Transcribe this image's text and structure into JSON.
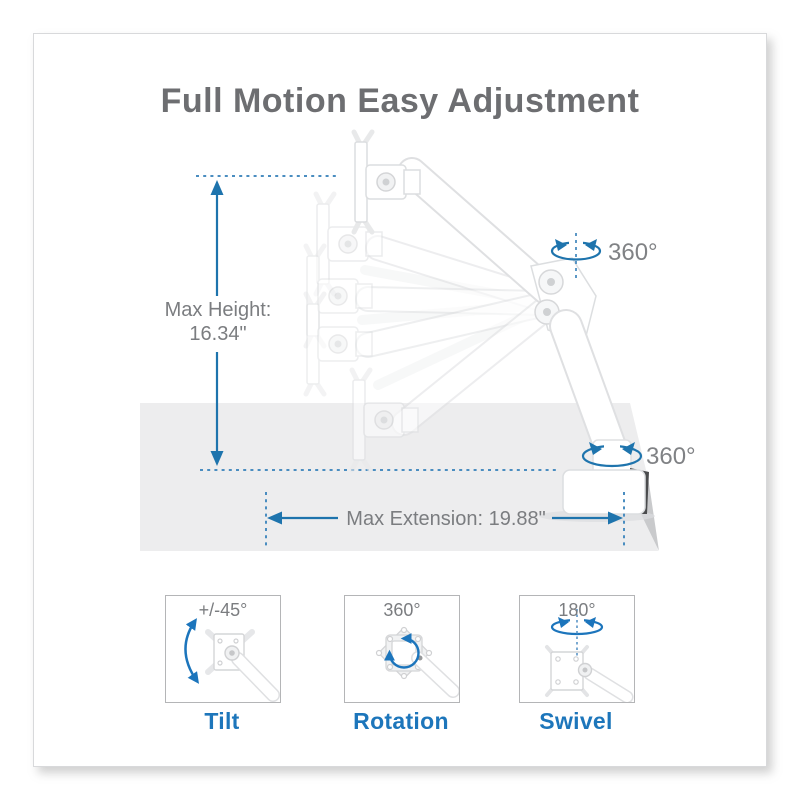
{
  "title": "Full Motion Easy Adjustment",
  "colors": {
    "accent_blue": "#1e74ad",
    "dashed_blue": "#4a8dc0",
    "feature_label_blue": "#1d76bb",
    "text_gray": "#7b7d80",
    "title_gray": "#6d6e71",
    "desk_gray": "#ededee"
  },
  "annotations": {
    "max_height_line1": "Max Height:",
    "max_height_line2": "16.34\"",
    "max_extension": "Max Extension: 19.88\"",
    "rotation_top": "360°",
    "rotation_base": "360°"
  },
  "features": [
    {
      "degree": "+/-45°",
      "label": "Tilt"
    },
    {
      "degree": "360°",
      "label": "Rotation"
    },
    {
      "degree": "180°",
      "label": "Swivel"
    }
  ]
}
